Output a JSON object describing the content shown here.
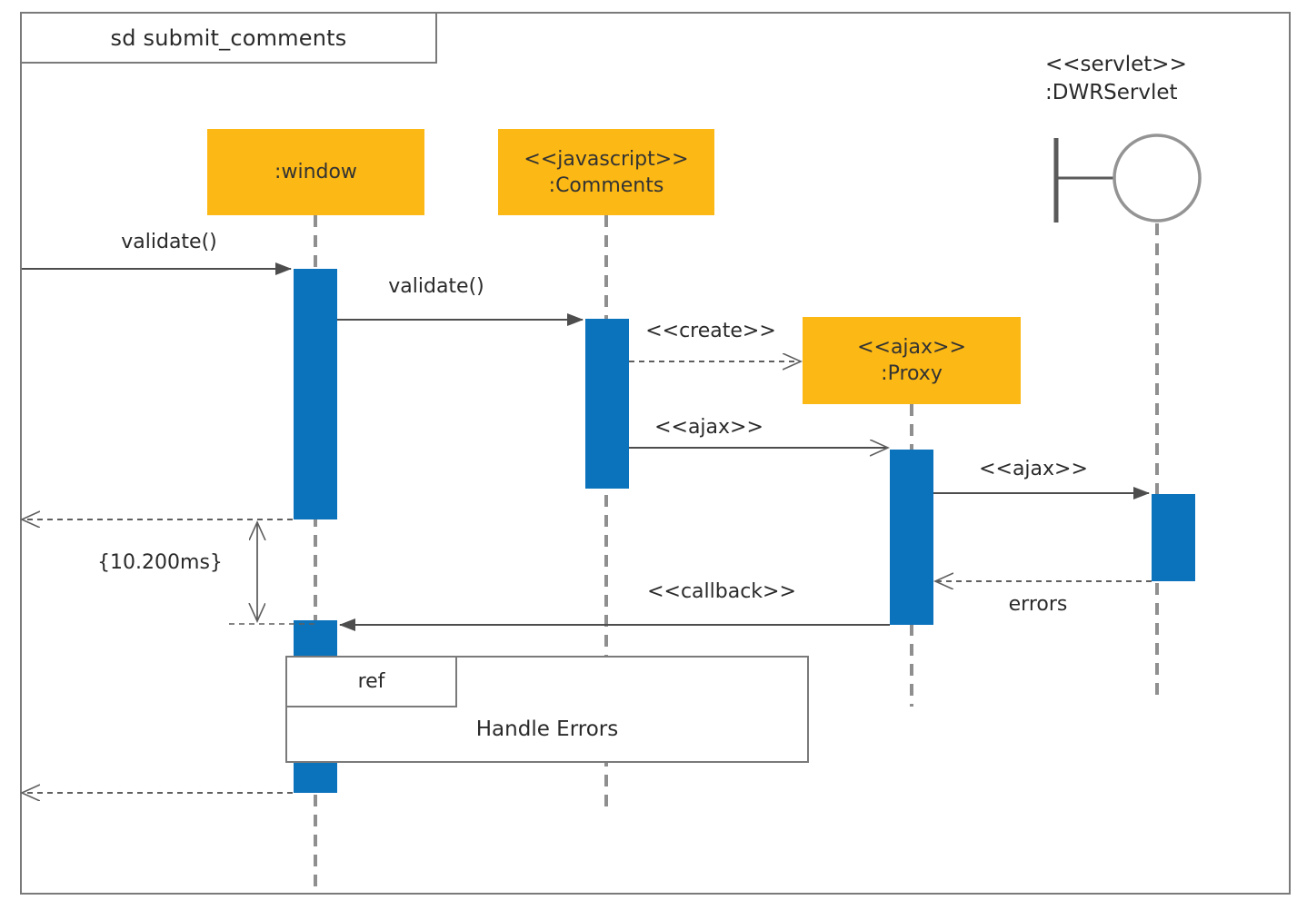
{
  "diagram": {
    "title": "sd submit_comments"
  },
  "participants": {
    "window": {
      "label": ":window"
    },
    "comments": {
      "stereotype": "<<javascript>>",
      "label": ":Comments"
    },
    "proxy": {
      "stereotype": "<<ajax>>",
      "label": ":Proxy"
    },
    "servlet": {
      "stereotype": "<<servlet>>",
      "label": ":DWRServlet"
    }
  },
  "messages": {
    "validate_found": "validate()",
    "validate_comments": "validate()",
    "create_proxy": "<<create>>",
    "ajax_to_proxy": "<<ajax>>",
    "ajax_to_servlet": "<<ajax>>",
    "errors_return": "errors",
    "callback": "<<callback>>"
  },
  "constraints": {
    "duration": "{10.200ms}"
  },
  "fragment": {
    "keyword": "ref",
    "name": "Handle Errors"
  },
  "colors": {
    "participant_fill": "#FCB814",
    "activation_fill": "#0B72BC",
    "frame_border": "#7A7A7A",
    "line": "#4D4D4D",
    "lifeline": "#8F8F8F",
    "text": "#2A2A2A"
  }
}
